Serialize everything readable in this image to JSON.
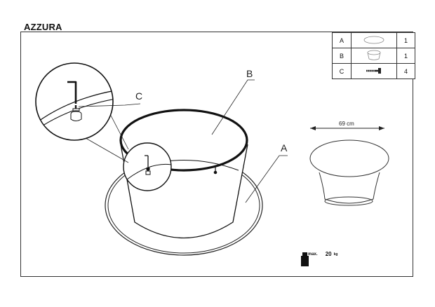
{
  "title": "AZZURA",
  "parts": [
    {
      "letter": "A",
      "icon": "table-top-icon",
      "qty": "1"
    },
    {
      "letter": "B",
      "icon": "base-icon",
      "qty": "1"
    },
    {
      "letter": "C",
      "icon": "screw-icon",
      "qty": "4"
    }
  ],
  "callouts": {
    "a": "A",
    "b": "B",
    "c": "C"
  },
  "dimension": "69 cm",
  "load": {
    "max_label": "max.",
    "value": "20",
    "unit": "kg"
  }
}
